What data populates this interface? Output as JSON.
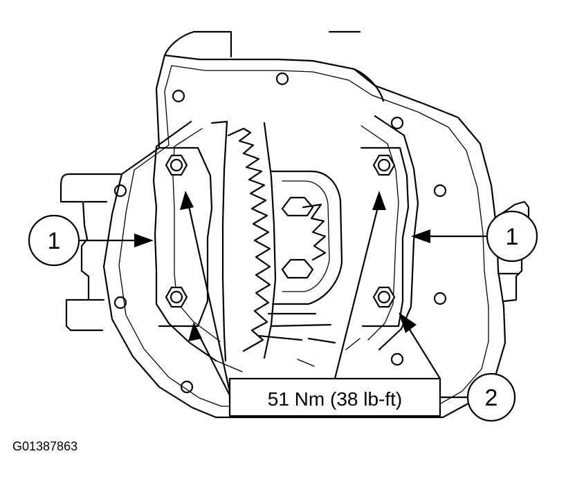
{
  "diagram": {
    "callouts": {
      "left": "1",
      "right": "1",
      "torque_index": "2"
    },
    "torque_label": "51 Nm (38 lb-ft)",
    "figure_code": "G01387863"
  },
  "icons": {
    "bolt": "hex-bolt-icon",
    "arrow": "pointer-arrow-icon"
  },
  "colors": {
    "line": "#000000",
    "background": "#ffffff"
  }
}
